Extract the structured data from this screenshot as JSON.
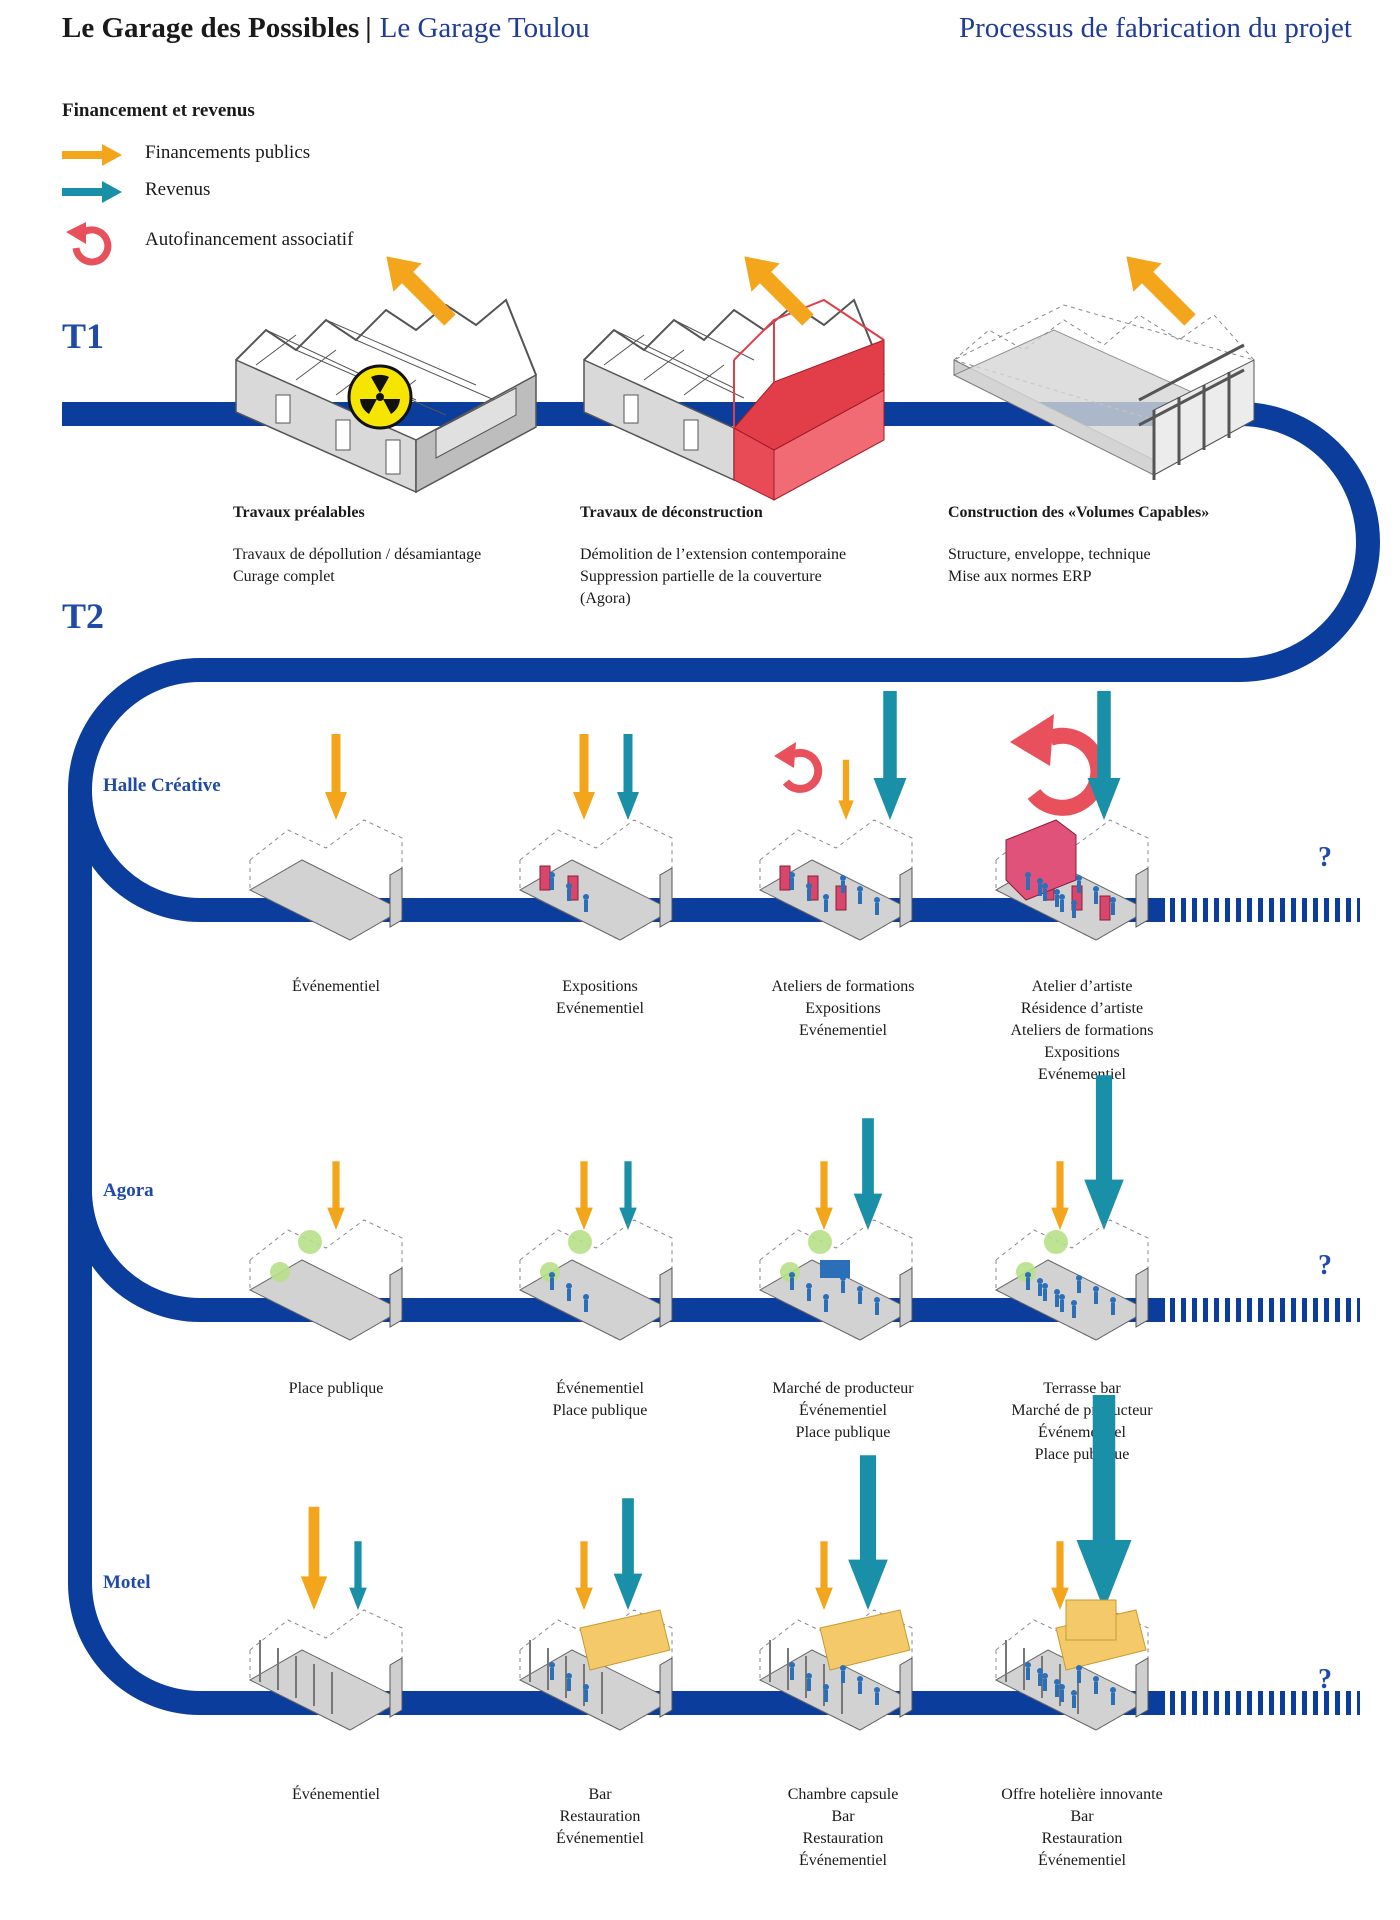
{
  "header": {
    "project": "Le Garage des Possibles",
    "separator": "|",
    "subtitle": "Le Garage Toulou",
    "right_title": "Processus de fabrication du projet"
  },
  "legend": {
    "title": "Financement et revenus",
    "items": [
      {
        "label": "Financements publics",
        "color": "#f3a51b",
        "icon": "arrow-right-icon"
      },
      {
        "label": "Revenus",
        "color": "#1a8fa8",
        "icon": "arrow-right-icon"
      },
      {
        "label": "Autofinancement associatif",
        "color": "#e8505b",
        "icon": "circular-arrow-icon"
      }
    ]
  },
  "colors": {
    "timeline": "#0b3d9c",
    "public": "#f3a51b",
    "revenue": "#1a8fa8",
    "self": "#e8505b",
    "module": "#f4c96a",
    "people": "#2b6fb8",
    "tree": "#b8e08a"
  },
  "phases": {
    "t1": "T1",
    "t2": "T2"
  },
  "t1_steps": [
    {
      "title": "Travaux préalables",
      "lines": [
        "Travaux de dépollution / désamiantage",
        "Curage complet"
      ]
    },
    {
      "title": "Travaux de déconstruction",
      "lines": [
        "Démolition de l’extension contemporaine",
        "Suppression partielle de la couverture",
        "(Agora)"
      ]
    },
    {
      "title": "Construction des «Volumes Capables»",
      "lines": [
        "Structure, enveloppe, technique",
        "Mise aux normes ERP"
      ]
    }
  ],
  "rows": [
    {
      "label": "Halle Créative",
      "question": "?",
      "columns": [
        {
          "caption": [
            "Événementiel"
          ],
          "funding": {
            "public": 1,
            "revenue": 0,
            "self": 0
          }
        },
        {
          "caption": [
            "Expositions",
            "Evénementiel"
          ],
          "funding": {
            "public": 1,
            "revenue": 1,
            "self": 0
          }
        },
        {
          "caption": [
            "Ateliers de formations",
            "Expositions",
            "Evénementiel"
          ],
          "funding": {
            "public": 0.7,
            "revenue": 1.5,
            "self": 1
          }
        },
        {
          "caption": [
            "Atelier d’artiste",
            "Résidence d’artiste",
            "Ateliers de formations",
            "Expositions",
            "Evénementiel"
          ],
          "funding": {
            "public": 0,
            "revenue": 1.5,
            "self": 2
          }
        }
      ]
    },
    {
      "label": "Agora",
      "question": "?",
      "columns": [
        {
          "caption": [
            "Place publique"
          ],
          "funding": {
            "public": 0.8,
            "revenue": 0,
            "self": 0
          }
        },
        {
          "caption": [
            "Événementiel",
            "Place publique"
          ],
          "funding": {
            "public": 0.8,
            "revenue": 0.8,
            "self": 0
          }
        },
        {
          "caption": [
            "Marché de producteur",
            "Événementiel",
            "Place publique"
          ],
          "funding": {
            "public": 0.8,
            "revenue": 1.3,
            "self": 0
          }
        },
        {
          "caption": [
            "Terrasse bar",
            "Marché de producteur",
            "Événementiel",
            "Place publique"
          ],
          "funding": {
            "public": 0.8,
            "revenue": 1.8,
            "self": 0
          }
        }
      ]
    },
    {
      "label": "Motel",
      "question": "?",
      "columns": [
        {
          "caption": [
            "Événementiel"
          ],
          "funding": {
            "public": 1.2,
            "revenue": 0.8,
            "self": 0
          }
        },
        {
          "caption": [
            "Bar",
            "Restauration",
            "Événementiel"
          ],
          "funding": {
            "public": 0.8,
            "revenue": 1.3,
            "self": 0
          }
        },
        {
          "caption": [
            "Chambre capsule",
            "Bar",
            "Restauration",
            "Événementiel"
          ],
          "funding": {
            "public": 0.8,
            "revenue": 1.8,
            "self": 0
          }
        },
        {
          "caption": [
            "Offre hotelière innovante",
            "Bar",
            "Restauration",
            "Événementiel"
          ],
          "funding": {
            "public": 0.8,
            "revenue": 2.5,
            "self": 0
          }
        }
      ]
    }
  ]
}
